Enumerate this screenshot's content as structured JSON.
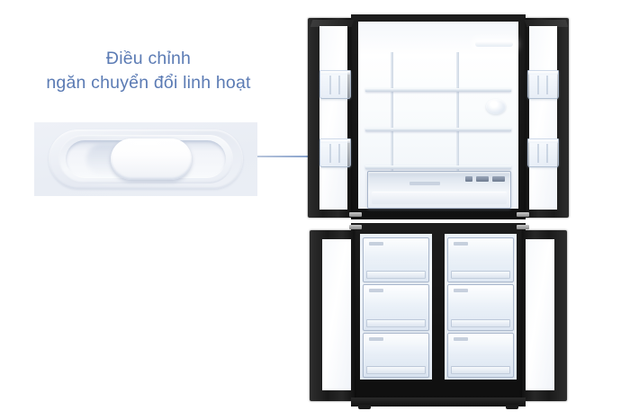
{
  "callout": {
    "line1": "Điều chỉnh",
    "line2": "ngăn chuyển đổi linh hoạt",
    "text_color": "#5b7bb4"
  },
  "inset": {
    "label": "flexible-compartment-slider",
    "control_type": "slider",
    "knob_position": "center",
    "background_color": "#eef1f7"
  },
  "connector": {
    "line_color": "#30589c",
    "highlight_box_color": "#2f5596"
  },
  "product": {
    "type": "multi-door-refrigerator",
    "door_count": 4,
    "body_color": "#1a1a1a",
    "interior_color": "#f7fafc",
    "state": "all-doors-open",
    "top_unit": {
      "name": "fridge-compartment",
      "shelf_count": 3,
      "door_bin_count": 4,
      "crisper_drawer": 1
    },
    "bottom_unit": {
      "name": "freezer-compartment",
      "compartment_count": 2,
      "drawers_per_compartment": 3
    }
  }
}
